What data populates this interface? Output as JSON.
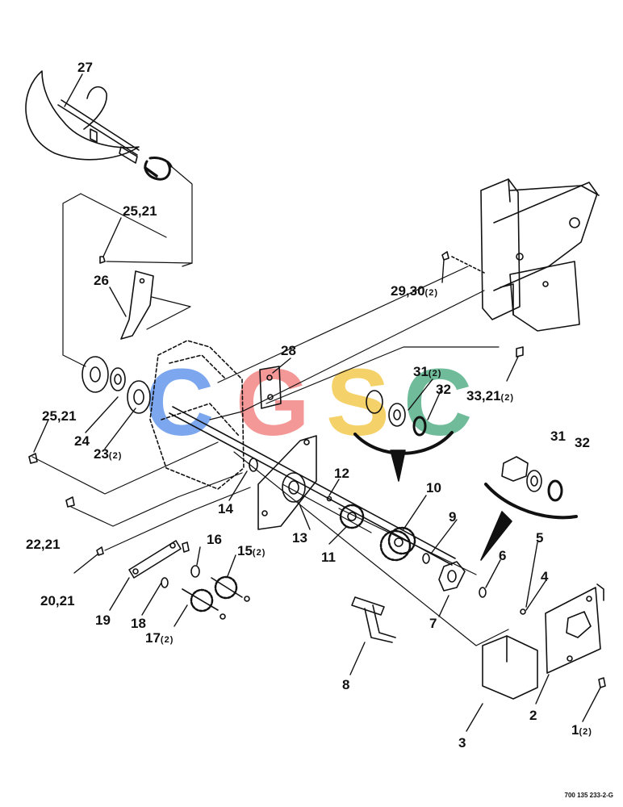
{
  "diagram": {
    "part_labels": [
      {
        "id": "p27",
        "text": "27",
        "sub": ""
      },
      {
        "id": "p25a",
        "text": "25,21",
        "sub": ""
      },
      {
        "id": "p26",
        "text": "26",
        "sub": ""
      },
      {
        "id": "p28",
        "text": "28",
        "sub": ""
      },
      {
        "id": "p2930",
        "text": "29,30",
        "sub": "(2)"
      },
      {
        "id": "p31a",
        "text": "31",
        "sub": "(2)"
      },
      {
        "id": "p32a",
        "text": "32",
        "sub": ""
      },
      {
        "id": "p3321",
        "text": "33,21",
        "sub": "(2)"
      },
      {
        "id": "p25b",
        "text": "25,21",
        "sub": ""
      },
      {
        "id": "p24",
        "text": "24",
        "sub": ""
      },
      {
        "id": "p23",
        "text": "23",
        "sub": "(2)"
      },
      {
        "id": "p14",
        "text": "14",
        "sub": ""
      },
      {
        "id": "p22",
        "text": "22,21",
        "sub": ""
      },
      {
        "id": "p12",
        "text": "12",
        "sub": ""
      },
      {
        "id": "p13",
        "text": "13",
        "sub": ""
      },
      {
        "id": "p11",
        "text": "11",
        "sub": ""
      },
      {
        "id": "p10",
        "text": "10",
        "sub": ""
      },
      {
        "id": "p9",
        "text": "9",
        "sub": ""
      },
      {
        "id": "p31b",
        "text": "31",
        "sub": ""
      },
      {
        "id": "p32b",
        "text": "32",
        "sub": ""
      },
      {
        "id": "p16",
        "text": "16",
        "sub": ""
      },
      {
        "id": "p15",
        "text": "15",
        "sub": "(2)"
      },
      {
        "id": "p20",
        "text": "20,21",
        "sub": ""
      },
      {
        "id": "p19",
        "text": "19",
        "sub": ""
      },
      {
        "id": "p18",
        "text": "18",
        "sub": ""
      },
      {
        "id": "p17",
        "text": "17",
        "sub": "(2)"
      },
      {
        "id": "p5",
        "text": "5",
        "sub": ""
      },
      {
        "id": "p6",
        "text": "6",
        "sub": ""
      },
      {
        "id": "p4",
        "text": "4",
        "sub": ""
      },
      {
        "id": "p7",
        "text": "7",
        "sub": ""
      },
      {
        "id": "p8",
        "text": "8",
        "sub": ""
      },
      {
        "id": "p2",
        "text": "2",
        "sub": ""
      },
      {
        "id": "p3",
        "text": "3",
        "sub": ""
      },
      {
        "id": "p1",
        "text": "1",
        "sub": "(2)"
      }
    ],
    "document_number": "700 135 233-2-G"
  },
  "watermark": {
    "letters": [
      "C",
      "G",
      "S",
      "C"
    ],
    "colors": [
      "#4a86e8",
      "#f07070",
      "#f2c230",
      "#3aa374"
    ]
  }
}
